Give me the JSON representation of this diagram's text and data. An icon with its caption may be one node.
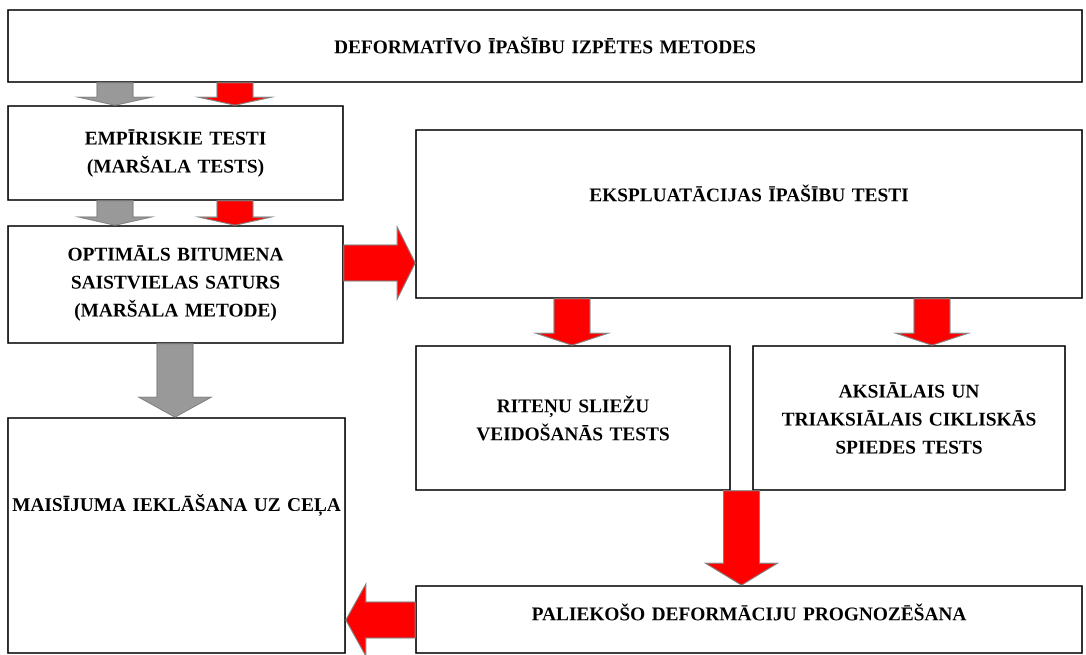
{
  "diagram": {
    "nodes": [
      {
        "text": [
          "DEFORMATĪVO ĪPAŠĪBU IZPĒTES METODES"
        ]
      },
      {
        "text": [
          "EMPĪRISKIE TESTI (MARŠALA TESTS)"
        ]
      },
      {
        "text": [
          "OPTIMĀLS BITUMENA SAISTVIELAS SATURS (MARŠALA METODE)"
        ]
      },
      {
        "text": [
          "EKSPLUATĀCIJAS ĪPAŠĪBU TESTI"
        ]
      },
      {
        "text": [
          "RITEŅU SLIEŽU VEIDOŠANĀS TESTS"
        ]
      },
      {
        "text": [
          "AKSIĀLAIS UN TRIAKSIĀLAIS CIKLISKĀS SPIEDES TESTS"
        ]
      },
      {
        "text": [
          "MAISĪJUMA IEKLĀŠANA UZ CEĻA"
        ]
      },
      {
        "text": [
          "PALIEKOŠO DEFORMĀCIJU PROGNOZĒŠANA"
        ]
      }
    ],
    "edges": [
      {
        "from": 0,
        "to": 1,
        "arrow": "to",
        "color": "#999999"
      },
      {
        "from": 0,
        "to": 1,
        "arrow": "to"
      },
      {
        "from": 1,
        "to": 2,
        "arrow": "to",
        "color": "#999999"
      },
      {
        "from": 1,
        "to": 2,
        "arrow": "to"
      },
      {
        "from": 2,
        "to": 3,
        "arrow": "to"
      },
      {
        "from": 2,
        "to": 6,
        "arrow": "to",
        "color": "#999999"
      },
      {
        "from": 3,
        "to": 4,
        "arrow": "to"
      },
      {
        "from": 3,
        "to": 5,
        "arrow": "to"
      },
      {
        "from": 4,
        "to": 7,
        "arrow": "to"
      },
      {
        "from": 5,
        "to": 7,
        "arrow": "to"
      },
      {
        "from": 7,
        "to": 6,
        "arrow": "to"
      }
    ]
  }
}
